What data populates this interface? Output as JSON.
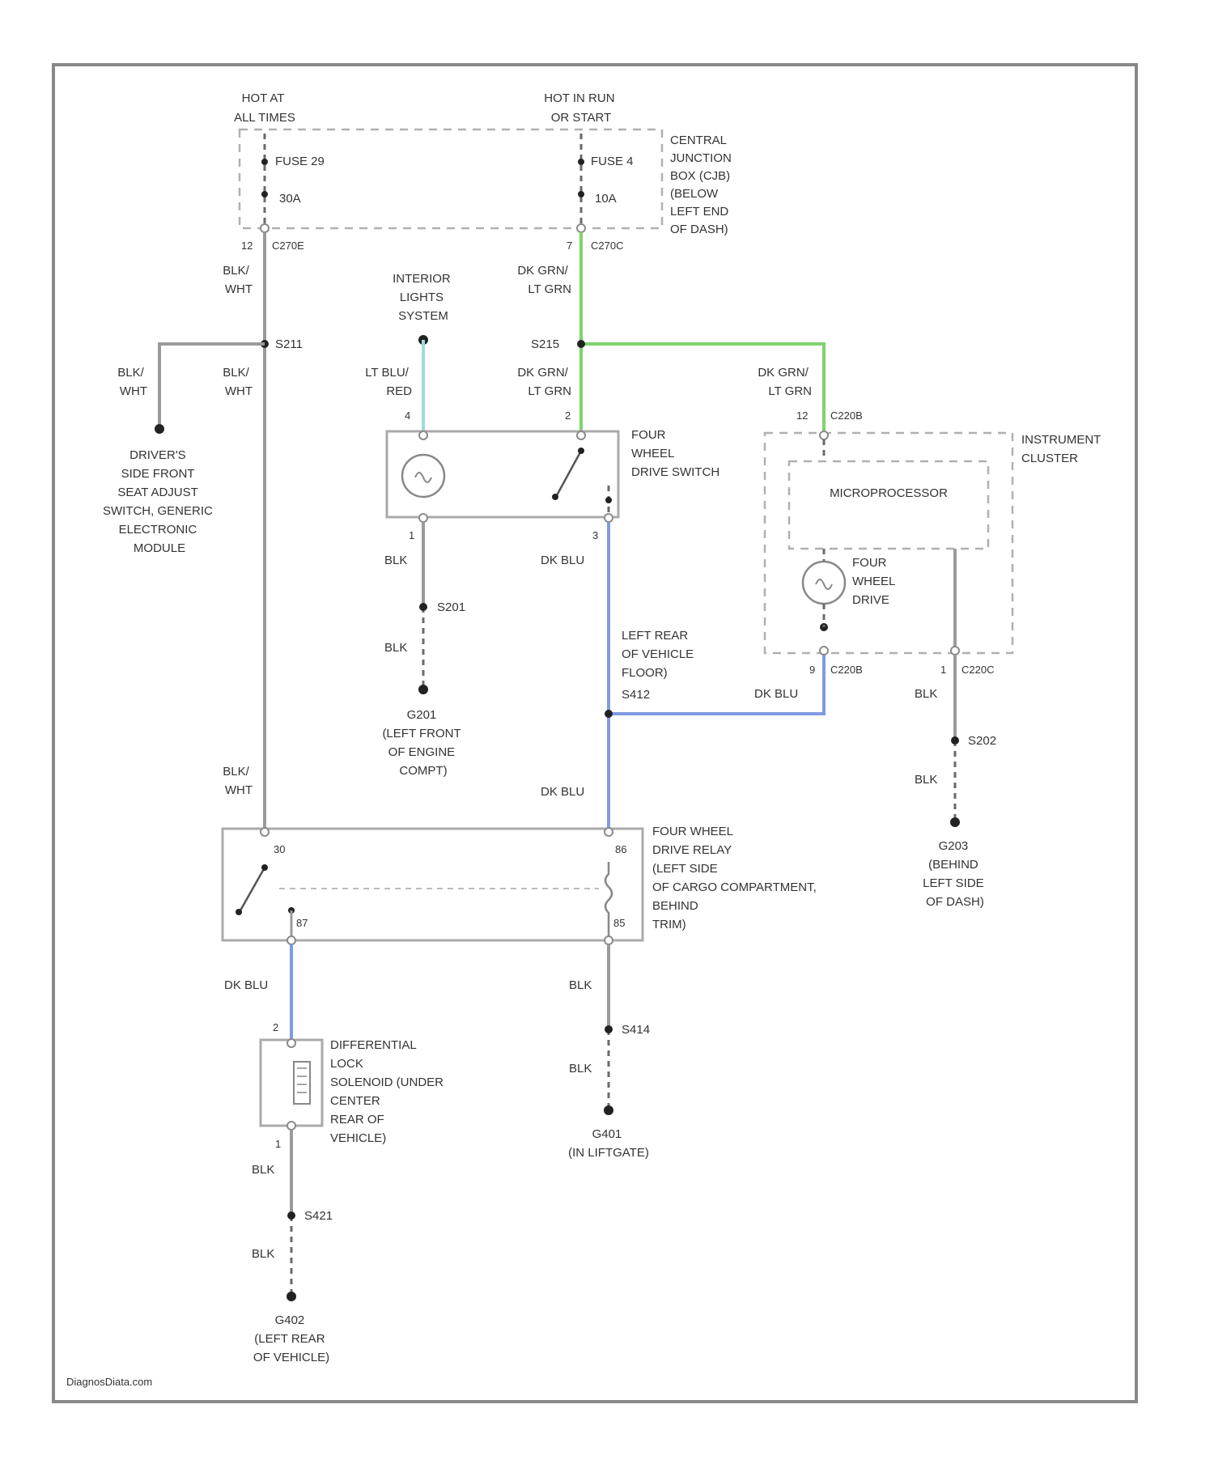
{
  "power": {
    "hot_all_times": [
      "HOT AT",
      "ALL TIMES"
    ],
    "hot_run_start": [
      "HOT IN RUN",
      "OR START"
    ],
    "fuse_left": "FUSE 29",
    "fuse_left_amp": "30A",
    "fuse_right": "FUSE 4",
    "fuse_right_amp": "10A",
    "cjb_label": [
      "CENTRAL",
      "JUNCTION",
      "BOX (CJB)",
      "(BELOW",
      "LEFT END",
      "OF DASH)"
    ],
    "pin_left": "12",
    "conn_left": "C270E",
    "pin_right": "7",
    "conn_right": "C270C"
  },
  "wires": {
    "blk_wht": [
      "BLK/",
      "WHT"
    ],
    "dk_grn_lt_grn": [
      "DK GRN/",
      "LT GRN"
    ],
    "lt_blu_red": [
      "LT BLU/",
      "RED"
    ],
    "blk": "BLK",
    "dk_blu": "DK BLU"
  },
  "splices": {
    "s211": "S211",
    "s215": "S215",
    "s201": "S201",
    "s412": "S412",
    "s202": "S202",
    "s414": "S414",
    "s421": "S421"
  },
  "components": {
    "interior_lights": [
      "INTERIOR",
      "LIGHTS",
      "SYSTEM"
    ],
    "drivers_seat": [
      "DRIVER'S",
      "SIDE FRONT",
      "SEAT ADJUST",
      "SWITCH, GENERIC",
      "ELECTRONIC",
      "MODULE"
    ],
    "fwd_switch": [
      "FOUR",
      "WHEEL",
      "DRIVE SWITCH"
    ],
    "instrument_cluster": [
      "INSTRUMENT",
      "CLUSTER"
    ],
    "microprocessor": "MICROPROCESSOR",
    "fwd_indicator": [
      "FOUR",
      "WHEEL",
      "DRIVE"
    ],
    "fwd_relay": [
      "FOUR WHEEL",
      "DRIVE RELAY",
      "(LEFT SIDE",
      "OF CARGO COMPARTMENT,",
      "BEHIND",
      "TRIM)"
    ],
    "diff_solenoid": [
      "DIFFERENTIAL",
      "LOCK",
      "SOLENOID (UNDER",
      "CENTER",
      "REAR OF",
      "VEHICLE)"
    ]
  },
  "grounds": {
    "g201": [
      "G201",
      "(LEFT FRONT",
      "OF ENGINE",
      "COMPT)"
    ],
    "g203": [
      "G203",
      "(BEHIND",
      "LEFT SIDE",
      "OF DASH)"
    ],
    "g401": [
      "G401",
      "(IN LIFTGATE)"
    ],
    "g402": [
      "G402",
      "(LEFT REAR",
      "OF VEHICLE)"
    ]
  },
  "locations": {
    "s412_location": [
      "LEFT REAR",
      "OF VEHICLE",
      "FLOOR)"
    ]
  },
  "pins": {
    "sw_4": "4",
    "sw_2": "2",
    "sw_1": "1",
    "sw_3": "3",
    "ic_12": "12",
    "ic_conn_b": "C220B",
    "ic_9": "9",
    "ic_conn_b2": "C220B",
    "ic_1": "1",
    "ic_conn_c": "C220C",
    "relay_30": "30",
    "relay_86": "86",
    "relay_87": "87",
    "relay_85": "85",
    "sol_2": "2",
    "sol_1": "1"
  },
  "footer": "DiagnosDiata.com",
  "colors": {
    "dk_grn_lt_grn": "#7fd36b",
    "lt_blu_red": "#9fd9de",
    "dk_blu": "#7f9be0",
    "blk_wire": "#9a9a9a"
  }
}
